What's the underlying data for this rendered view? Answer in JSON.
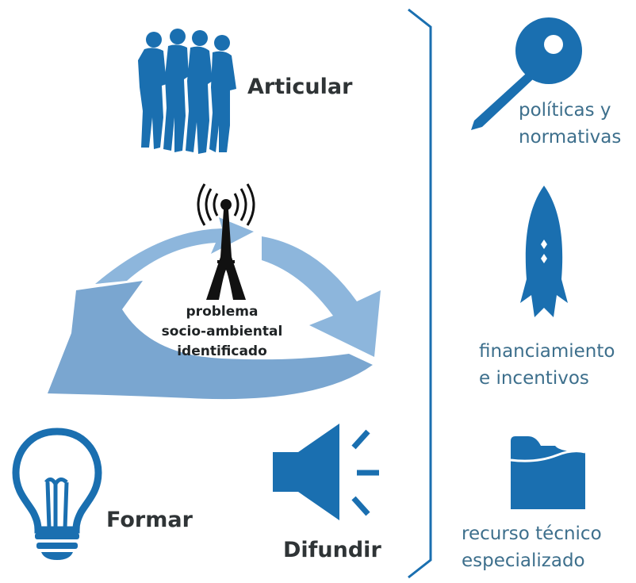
{
  "colors": {
    "primary_blue": "#1a6fb0",
    "arrow_light_blue": "#8db6dc",
    "arrow_mid_blue": "#7aa6d0",
    "tower_black": "#111111",
    "text_dark": "#2f3436",
    "text_light": "#3d6f8c"
  },
  "left": {
    "articular": {
      "label": "Articular",
      "icon": "people-group-icon"
    },
    "formar": {
      "label": "Formar",
      "icon": "lightbulb-icon"
    },
    "difundir": {
      "label": "Difundir",
      "icon": "speaker-icon"
    },
    "center": {
      "icon": "radio-tower-icon",
      "cycle_icon": "cycle-arrows-icon",
      "lines": [
        "problema",
        "socio-ambiental",
        "identificado"
      ]
    }
  },
  "right": {
    "items": [
      {
        "icon": "key-icon",
        "lines": [
          "políticas y",
          "normativas"
        ]
      },
      {
        "icon": "rocket-icon",
        "lines": [
          "financiamiento",
          "e incentivos"
        ]
      },
      {
        "icon": "folder-icon",
        "lines": [
          "recurso técnico",
          "especializado"
        ]
      }
    ]
  }
}
